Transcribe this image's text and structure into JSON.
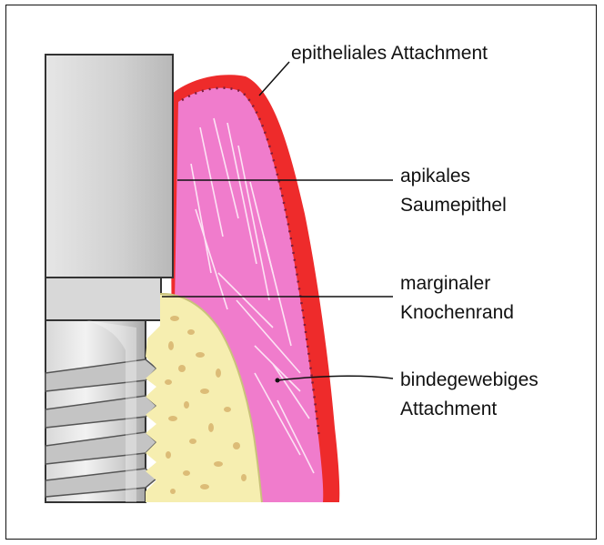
{
  "labels": {
    "epithelial": "epitheliales Attachment",
    "apical_line1": "apikales",
    "apical_line2": "Saumepithel",
    "marginal_line1": "marginaler",
    "marginal_line2": "Knochenrand",
    "connective_line1": "bindegewebiges",
    "connective_line2": "Attachment"
  },
  "colors": {
    "epithelium": "#ee2b2b",
    "connective_tissue": "#f07ccc",
    "bone": "#f6eeb0",
    "bone_texture": "#d6b06a",
    "implant_abutment": "#d2d2d2",
    "implant_thread": "#c4c4c4",
    "leader_lines": "#111111"
  }
}
